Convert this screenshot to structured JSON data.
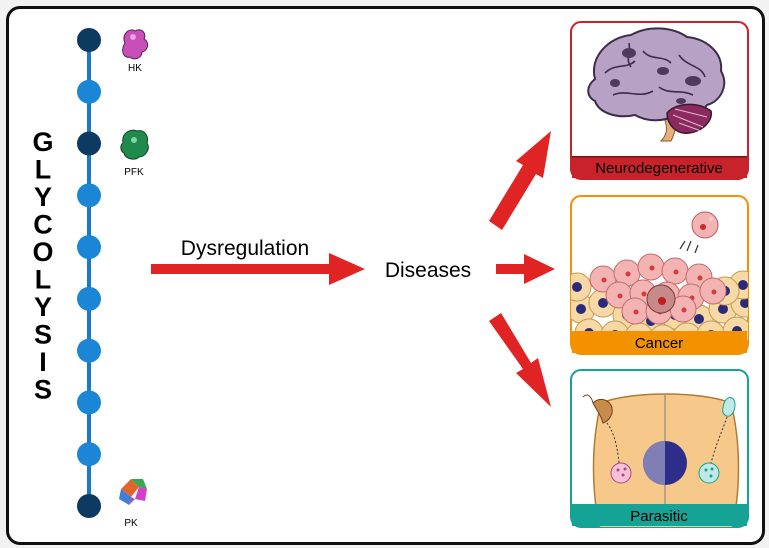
{
  "pathway": {
    "title_letters": [
      "G",
      "L",
      "Y",
      "C",
      "O",
      "L",
      "Y",
      "S",
      "I",
      "S"
    ],
    "node_count": 10,
    "enzymes": [
      {
        "label": "HK",
        "step": 0,
        "icon": "hexokinase-protein-icon",
        "color": "#c84fb8"
      },
      {
        "label": "PFK",
        "step": 2,
        "icon": "phosphofructokinase-protein-icon",
        "color": "#1f8a4c"
      },
      {
        "label": "PK",
        "step": 9,
        "icon": "pyruvate-kinase-protein-icon",
        "color": "#e0652a"
      }
    ],
    "regulated_steps": [
      0,
      2,
      9
    ],
    "colors": {
      "line": "#1a79c8",
      "node": "#1c86d6",
      "regulated_node": "#0d3a61"
    }
  },
  "flow": {
    "cause_label": "Dysregulation",
    "effect_label": "Diseases",
    "arrow_color": "#e02424"
  },
  "panels": [
    {
      "id": "neuro",
      "label": "Neurodegenerative",
      "color": "#c8232a",
      "icon": "brain-icon"
    },
    {
      "id": "cancer",
      "label": "Cancer",
      "color": "#f39200",
      "icon": "tumor-cells-icon"
    },
    {
      "id": "parasitic",
      "label": "Parasitic",
      "color": "#14a394",
      "icon": "infected-cell-icon"
    }
  ]
}
